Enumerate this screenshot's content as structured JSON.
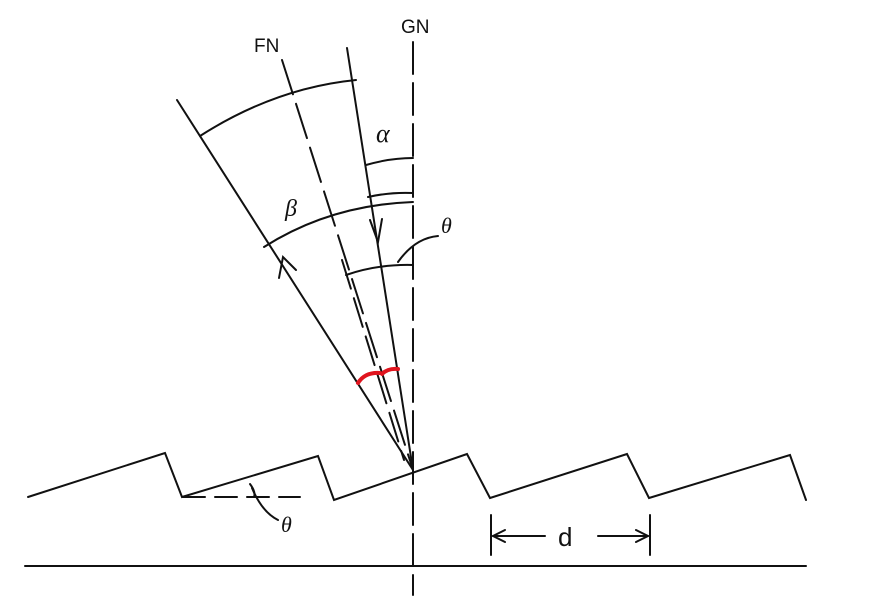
{
  "labels": {
    "fn": "FN",
    "gn": "GN",
    "alpha": "α",
    "beta": "β",
    "theta_top": "θ",
    "theta_bottom": "θ",
    "d": "d"
  },
  "colors": {
    "line": "#111111",
    "highlight": "#e0141e"
  }
}
